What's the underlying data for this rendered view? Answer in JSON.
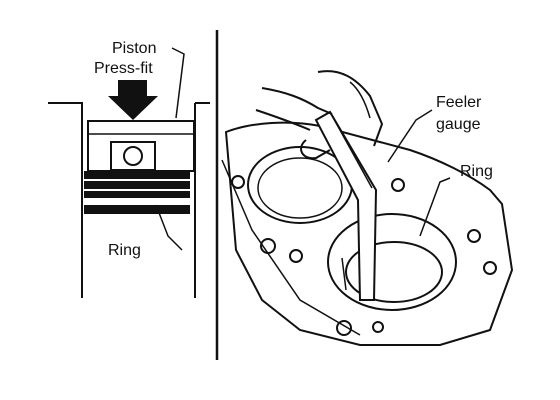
{
  "left_panel": {
    "piston_label": "Piston",
    "pressfit_label": "Press-fit",
    "ring_label": "Ring"
  },
  "right_panel": {
    "feeler_label_line1": "Feeler",
    "feeler_label_line2": "gauge",
    "ring_label": "Ring"
  },
  "colors": {
    "ink": "#111111",
    "paper": "#ffffff"
  }
}
